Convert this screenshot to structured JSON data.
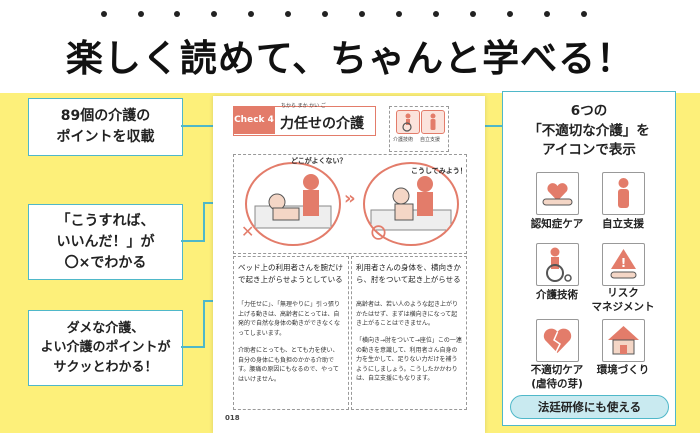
{
  "header": {
    "title": "楽しく読めて、ちゃんと学べる！"
  },
  "callouts": [
    {
      "text": "89個の介護の\nポイントを収載"
    },
    {
      "text": "「こうすれば、\nいいんだ！」が\n〇×でわかる"
    },
    {
      "text": "ダメな介護、\nよい介護のポイントが\nサクッとわかる！"
    }
  ],
  "book_page": {
    "check_label": "Check 4",
    "title": "力任せの介護",
    "title_ruby": "ちから まか かい ご",
    "icon_labels": [
      "介護技術",
      "自立支援"
    ],
    "bubble_left": "どこがよくない？",
    "bubble_right": "こうしてみよう！",
    "bad_mark": "✕",
    "good_mark": "〇",
    "arrow": "»",
    "left_lead": "ベッド上の利用者さんを腕だけで起き上がらせようとしている",
    "right_lead": "利用者さんの身体を、横向きから、肘をついて起き上がらせる",
    "left_body": "「力任せに」、「無理やりに」引っ張り上げる動きは、高齢者にとっては、自発的で自然な身体の動きができなくなってしまいます。",
    "left_body2": "介助者にとっても、とても力を使い、自分の身体にも負担のかかる介助です。腰痛の原因にもなるので、やってはいけません。",
    "right_body": "高齢者は、若い人のような起き上がりかたはせず、まずは横向きになって起き上がることはできません。",
    "right_body2": "「横向き→肘をついて→座位」この一連の動きを意識して、利用者さん自身の力を生かして、足りない力だけを補うようにしましょう。こうしたかかわりは、自立支援にもなります。",
    "page_number": "018"
  },
  "right_panel": {
    "heading": "6つの\n「不適切な介護」を\nアイコンで表示",
    "icons": [
      {
        "name": "hands-heart-icon",
        "label": "認知症ケア"
      },
      {
        "name": "person-standing-icon",
        "label": "自立支援"
      },
      {
        "name": "wheelchair-icon",
        "label": "介護技術"
      },
      {
        "name": "warning-hand-icon",
        "label": "リスク\nマネジメント"
      },
      {
        "name": "broken-heart-icon",
        "label": "不適切ケア\n(虐待の芽)"
      },
      {
        "name": "house-icon",
        "label": "環境づくり"
      }
    ],
    "pill": "法廷研修にも使える"
  },
  "colors": {
    "background": "#FDF07A",
    "accent": "#E37C6A",
    "border": "#4FB8C9"
  }
}
